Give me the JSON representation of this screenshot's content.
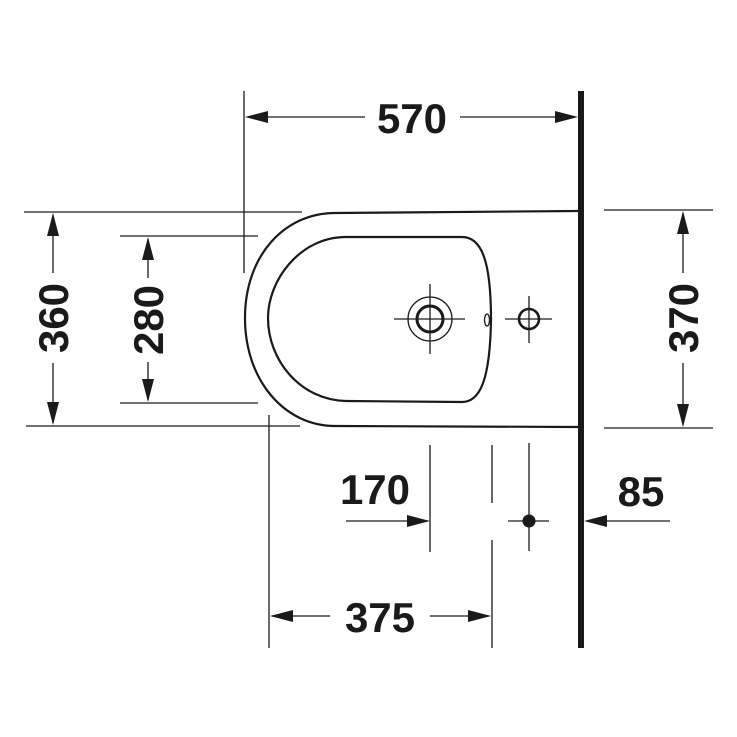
{
  "drawing": {
    "type": "technical-dimension-drawing",
    "subject": "wall-hung bidet top view",
    "colors": {
      "line": "#1a1a1a",
      "background": "#ffffff"
    },
    "dimensions": {
      "overall_depth": "570",
      "overall_width": "360",
      "bowl_width": "280",
      "wall_width": "370",
      "tap_hole_offset": "170",
      "fixing_offset": "85",
      "fixing_distance": "375"
    }
  }
}
